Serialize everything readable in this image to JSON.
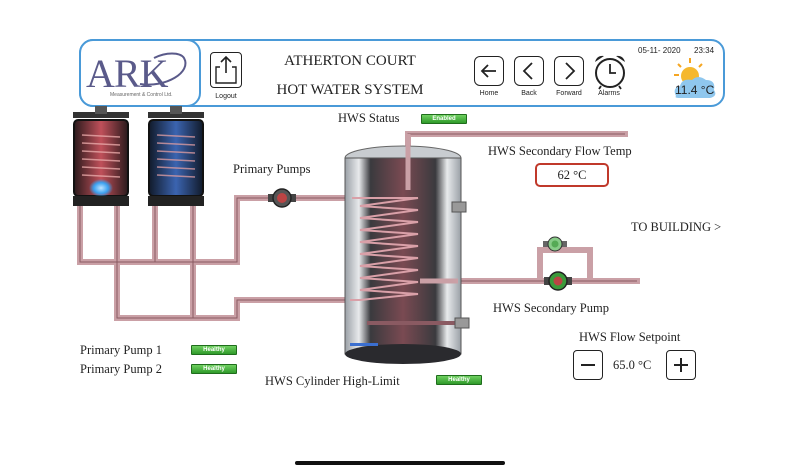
{
  "header": {
    "logo_text": "ARK",
    "logo_subtext": "Measurement & Control Ltd.",
    "logout_label": "Logout",
    "title_line1": "ATHERTON COURT",
    "title_line2": "HOT WATER SYSTEM",
    "nav": [
      {
        "label": "Home",
        "icon": "arrow-left-icon"
      },
      {
        "label": "Back",
        "icon": "chevron-left-icon"
      },
      {
        "label": "Forward",
        "icon": "chevron-right-icon"
      },
      {
        "label": "Alarms",
        "icon": "alarm-clock-icon"
      }
    ],
    "date": "05-11- 2020",
    "time": "23:34",
    "weather_icon": "partly-sunny-icon",
    "outside_temp": "11.4 °C"
  },
  "system": {
    "hws_status_label": "HWS Status",
    "hws_status_value": "Enabled",
    "primary_pumps_label": "Primary Pumps",
    "secondary_flow_temp_label": "HWS Secondary Flow Temp",
    "secondary_flow_temp_value": "62 °C",
    "to_building_label": "TO BUILDING >",
    "secondary_pump_label": "HWS Secondary Pump",
    "flow_setpoint_label": "HWS Flow Setpoint",
    "flow_setpoint_value": "65.0 °C",
    "primary_pump_1_label": "Primary Pump 1",
    "primary_pump_1_status": "Healthy",
    "primary_pump_2_label": "Primary Pump 2",
    "primary_pump_2_status": "Healthy",
    "cylinder_high_limit_label": "HWS Cylinder High-Limit",
    "cylinder_high_limit_status": "Healthy"
  },
  "colors": {
    "accent_border": "#4a9ad8",
    "healthy_green": "#3aa832",
    "alarm_red": "#c0392b",
    "pipe_pink": "#d9a4a8"
  }
}
